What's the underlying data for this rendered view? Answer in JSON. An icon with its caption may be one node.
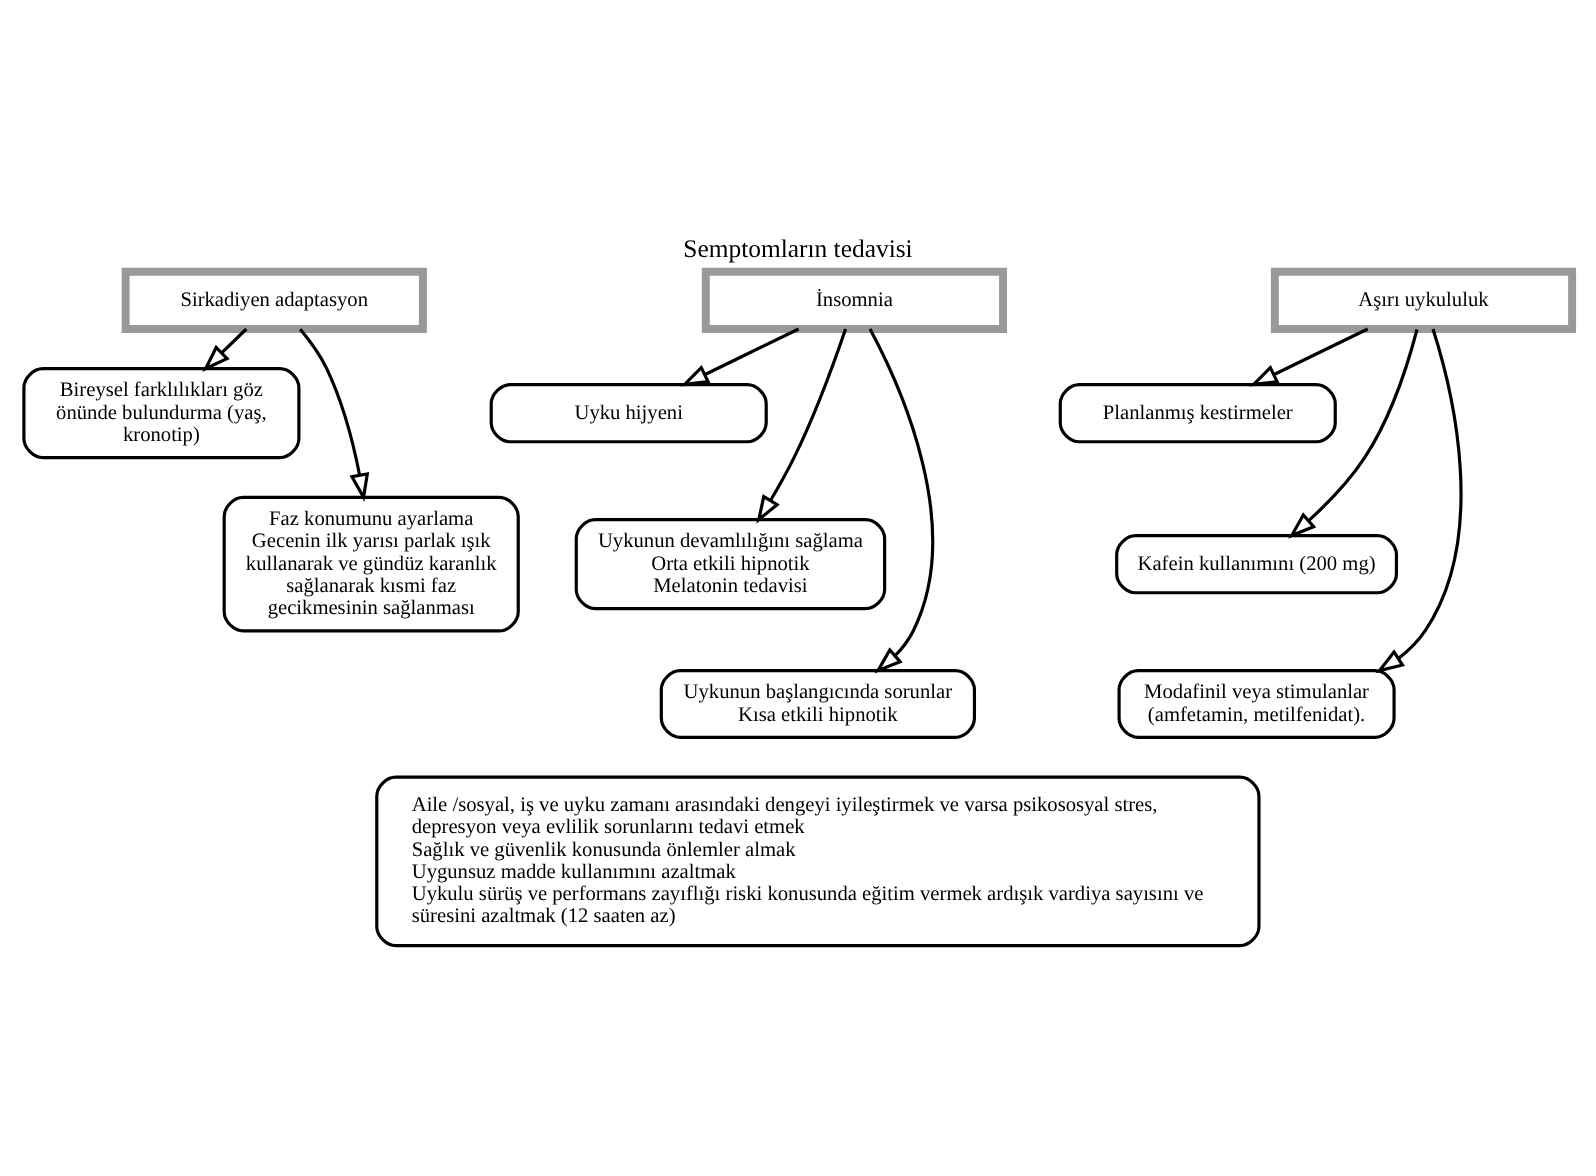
{
  "diagram": {
    "title": "Semptomların tedavisi",
    "nodes": [
      {
        "text": [
          "Sirkadiyen adaptasyon"
        ]
      },
      {
        "text": [
          "Bireysel farklılıkları göz önünde bulundurma (yaş, kronotip)"
        ]
      },
      {
        "text": [
          "Faz konumunu ayarlama",
          "Gecenin ilk yarısı parlak ışık kullanarak ve gündüz karanlık sağlanarak kısmi faz gecikmesinin sağlanması"
        ]
      },
      {
        "text": [
          "İnsomnia"
        ]
      },
      {
        "text": [
          "Uyku hijyeni"
        ]
      },
      {
        "text": [
          "Uykunun devamlılığını sağlama",
          "Orta etkili hipnotik",
          "Melatonin tedavisi"
        ]
      },
      {
        "text": [
          "Uykunun başlangıcında sorunlar",
          "Kısa etkili hipnotik"
        ]
      },
      {
        "text": [
          "Aşırı uykululuk"
        ]
      },
      {
        "text": [
          "Planlanmış kestirmeler"
        ]
      },
      {
        "text": [
          "Kafein kullanımını (200 mg)"
        ]
      },
      {
        "text": [
          "Modafinil veya stimulanlar (amfetamin, metilfenidat)."
        ]
      },
      {
        "text": [
          "Aile /sosyal, iş ve uyku zamanı arasındaki dengeyi iyileştirmek ve varsa psikososyal stres, depresyon veya evlilik sorunlarını tedavi etmek",
          "Sağlık ve güvenlik konusunda önlemler almak",
          "Uygunsuz madde kullanımını azaltmak",
          "Uykulu sürüş ve performans zayıflığı riski konusunda eğitim vermek ardışık vardiya sayısını ve süresini azaltmak (12 saaten az)"
        ]
      }
    ],
    "edges": [
      {
        "from": 0,
        "to": 1,
        "arrow": "to"
      },
      {
        "from": 0,
        "to": 2,
        "arrow": "to"
      },
      {
        "from": 3,
        "to": 4,
        "arrow": "to"
      },
      {
        "from": 3,
        "to": 5,
        "arrow": "to"
      },
      {
        "from": 3,
        "to": 6,
        "arrow": "to"
      },
      {
        "from": 7,
        "to": 8,
        "arrow": "to"
      },
      {
        "from": 7,
        "to": 9,
        "arrow": "to"
      },
      {
        "from": 7,
        "to": 10,
        "arrow": "to"
      }
    ]
  }
}
